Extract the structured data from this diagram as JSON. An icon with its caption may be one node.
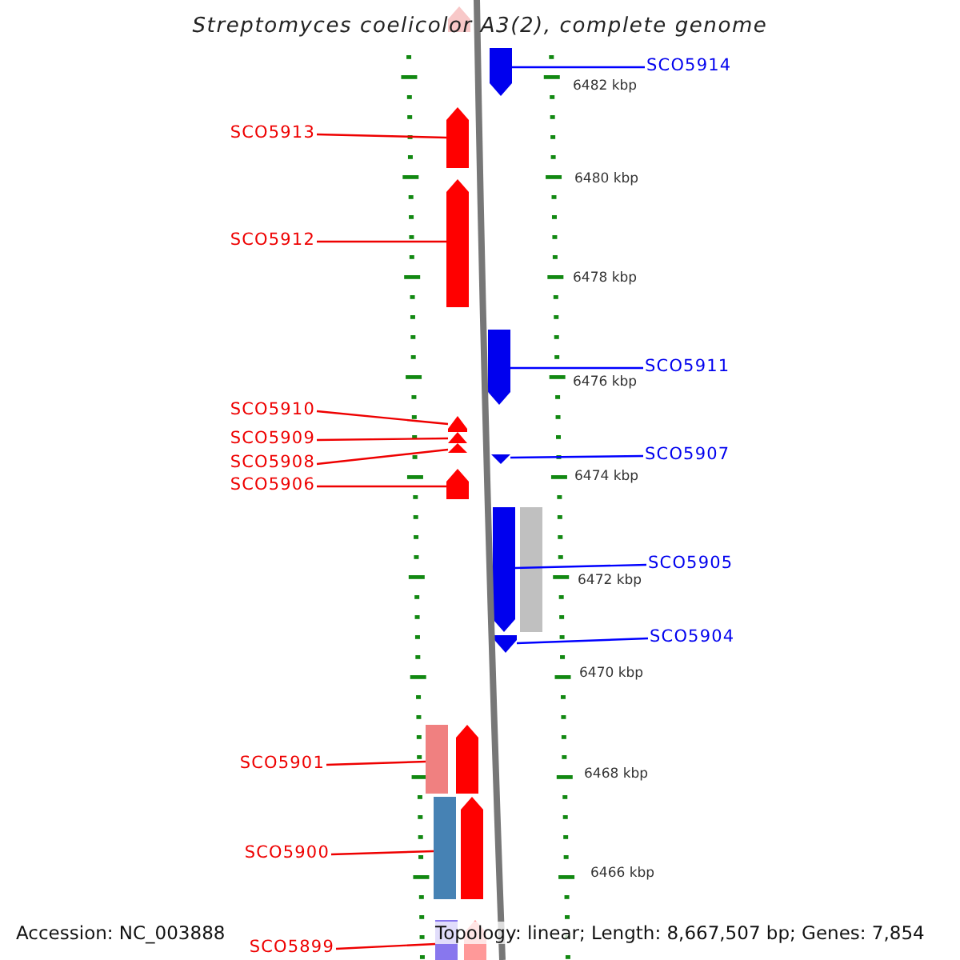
{
  "diagram": {
    "title": "Streptomyces coelicolor A3(2), complete genome",
    "nodes": [
      {
        "text": [
          "SCO5914"
        ]
      },
      {
        "text": [
          "SCO5913"
        ]
      },
      {
        "text": [
          "SCO5912"
        ]
      },
      {
        "text": [
          "SCO5911"
        ]
      },
      {
        "text": [
          "SCO5910"
        ]
      },
      {
        "text": [
          "SCO5909"
        ]
      },
      {
        "text": [
          "SCO5908"
        ]
      },
      {
        "text": [
          "SCO5907"
        ]
      },
      {
        "text": [
          "SCO5906"
        ]
      },
      {
        "text": [
          "SCO5905"
        ]
      },
      {
        "text": [
          "SCO5904"
        ]
      },
      {
        "text": [
          "SCO5901"
        ]
      },
      {
        "text": [
          "SCO5900"
        ]
      },
      {
        "text": [
          "SCO5899"
        ]
      },
      {
        "text": [],
        "shape": "pentagon"
      },
      {
        "text": [],
        "shape": "pentagon"
      },
      {
        "text": [],
        "shape": "pentagon"
      },
      {
        "text": [],
        "shape": "pentagon"
      },
      {
        "text": [],
        "shape": "pentagon"
      },
      {
        "text": [],
        "shape": "pentagon"
      },
      {
        "text": [],
        "shape": "pentagon"
      },
      {
        "text": [],
        "shape": "pentagon"
      },
      {
        "text": [],
        "shape": "pentagon"
      },
      {
        "text": [],
        "shape": "pentagon"
      },
      {
        "text": [],
        "shape": "pentagon"
      },
      {
        "text": [],
        "shape": "bar"
      },
      {
        "text": [],
        "shape": "pentagon"
      },
      {
        "text": [],
        "shape": "bar"
      },
      {
        "text": [],
        "shape": "pentagon"
      },
      {
        "text": [],
        "shape": "bar"
      },
      {
        "text": [],
        "shape": "pentagon"
      },
      {
        "text": [],
        "shape": "bar"
      },
      {
        "text": [],
        "shape": "pentagon"
      }
    ],
    "edges": [
      {
        "from": 0,
        "to": 15,
        "arrow": "none",
        "color": "#0000ff"
      },
      {
        "from": 1,
        "to": 16,
        "arrow": "none"
      },
      {
        "from": 2,
        "to": 17,
        "arrow": "none"
      },
      {
        "from": 3,
        "to": 18,
        "arrow": "none",
        "color": "#0000ff"
      },
      {
        "from": 4,
        "to": 19,
        "arrow": "none"
      },
      {
        "from": 5,
        "to": 20,
        "arrow": "none"
      },
      {
        "from": 6,
        "to": 21,
        "arrow": "none"
      },
      {
        "from": 7,
        "to": 22,
        "arrow": "none",
        "color": "#0000ff"
      },
      {
        "from": 8,
        "to": 23,
        "arrow": "none"
      },
      {
        "from": 9,
        "to": 24,
        "arrow": "none",
        "color": "#0000ff"
      },
      {
        "from": 10,
        "to": 26,
        "arrow": "none",
        "color": "#0000ff"
      },
      {
        "from": 11,
        "to": 27,
        "arrow": "none"
      },
      {
        "from": 12,
        "to": 29,
        "arrow": "none"
      },
      {
        "from": 13,
        "to": 31,
        "arrow": "none"
      }
    ],
    "labels": [
      "6482 kbp",
      "6480 kbp",
      "6478 kbp",
      "6476 kbp",
      "6474 kbp",
      "6472 kbp",
      "6470 kbp",
      "6468 kbp",
      "6466 kbp",
      "Accession: NC_003888",
      "Topology: linear; Length: 8,667,507 bp; Genes: 7,854"
    ]
  }
}
